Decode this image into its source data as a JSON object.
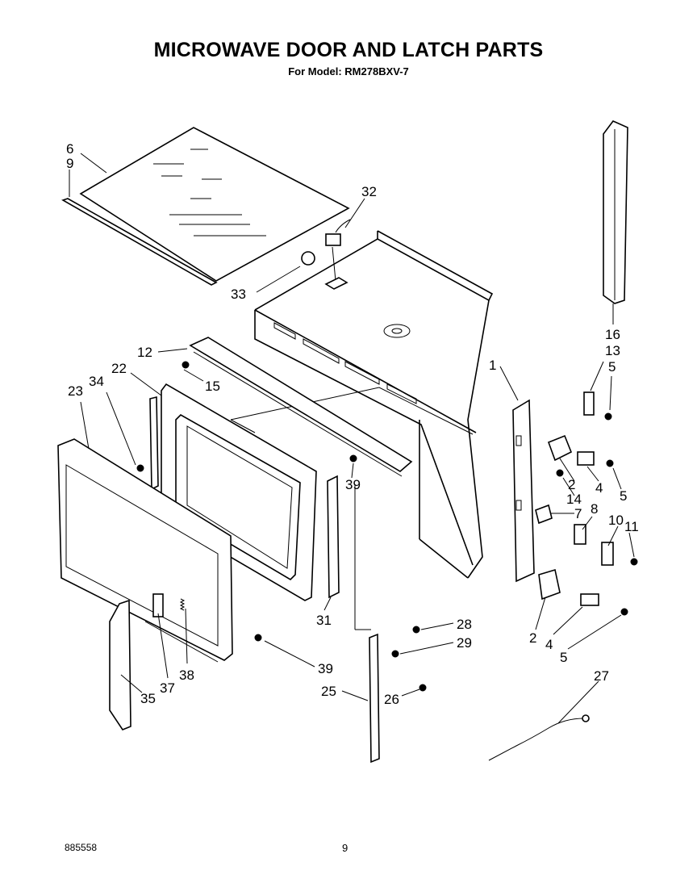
{
  "header": {
    "title": "MICROWAVE DOOR AND LATCH PARTS",
    "subtitle": "For Model: RM278BXV-7"
  },
  "footer": {
    "doc_number": "885558",
    "page_number": "9"
  },
  "callouts": [
    {
      "id": "6",
      "text": "6"
    },
    {
      "id": "9",
      "text": "9"
    },
    {
      "id": "32",
      "text": "32"
    },
    {
      "id": "33",
      "text": "33"
    },
    {
      "id": "16",
      "text": "16"
    },
    {
      "id": "13",
      "text": "13"
    },
    {
      "id": "5a",
      "text": "5"
    },
    {
      "id": "12",
      "text": "12"
    },
    {
      "id": "15",
      "text": "15"
    },
    {
      "id": "1",
      "text": "1"
    },
    {
      "id": "22",
      "text": "22"
    },
    {
      "id": "34",
      "text": "34"
    },
    {
      "id": "23",
      "text": "23"
    },
    {
      "id": "39a",
      "text": "39"
    },
    {
      "id": "2a",
      "text": "2"
    },
    {
      "id": "4a",
      "text": "4"
    },
    {
      "id": "5b",
      "text": "5"
    },
    {
      "id": "14",
      "text": "14"
    },
    {
      "id": "7",
      "text": "7"
    },
    {
      "id": "8",
      "text": "8"
    },
    {
      "id": "10",
      "text": "10"
    },
    {
      "id": "11",
      "text": "11"
    },
    {
      "id": "31",
      "text": "31"
    },
    {
      "id": "28",
      "text": "28"
    },
    {
      "id": "29",
      "text": "29"
    },
    {
      "id": "2b",
      "text": "2"
    },
    {
      "id": "4b",
      "text": "4"
    },
    {
      "id": "5c",
      "text": "5"
    },
    {
      "id": "39b",
      "text": "39"
    },
    {
      "id": "37",
      "text": "37"
    },
    {
      "id": "38",
      "text": "38"
    },
    {
      "id": "35",
      "text": "35"
    },
    {
      "id": "25",
      "text": "25"
    },
    {
      "id": "26",
      "text": "26"
    },
    {
      "id": "27",
      "text": "27"
    }
  ]
}
